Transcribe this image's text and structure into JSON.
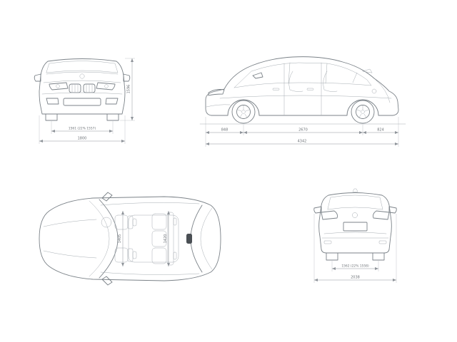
{
  "colors": {
    "background": "#ffffff",
    "car_line": "#7b8288",
    "detail_line": "#a7adb3",
    "dim_line": "#8f949a",
    "dim_text": "#6e7378"
  },
  "front_view": {
    "track": "1561 (22% 1557)",
    "overall_width": "1800",
    "overall_height": "1596"
  },
  "side_view": {
    "front_overhang": "848",
    "wheelbase": "2670",
    "rear_overhang": "824",
    "overall_length": "4342"
  },
  "top_view": {
    "front_interior_width": "1405",
    "rear_interior_width": "1420"
  },
  "rear_view": {
    "track": "1562 (22% 1558)",
    "overall_width_mirrors": "2038"
  }
}
